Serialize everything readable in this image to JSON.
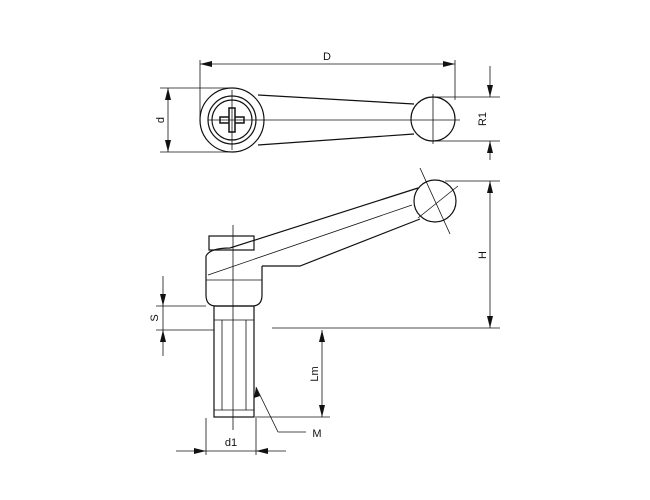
{
  "drawing": {
    "title": "",
    "labels": {
      "D": "D",
      "d": "d",
      "R1": "R1",
      "H": "H",
      "S": "S",
      "Lm": "Lm",
      "d1": "d1",
      "M": "M"
    }
  }
}
